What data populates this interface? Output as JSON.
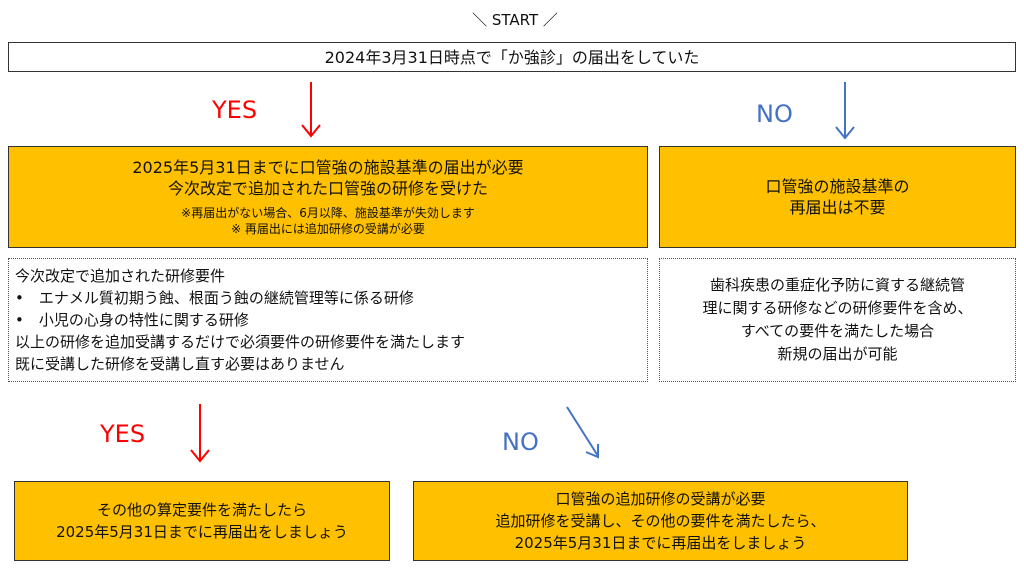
{
  "start": "＼ START ／",
  "question": "2024年3月31日時点で「か強診」の届出をしていた",
  "labels": {
    "yes_1": "YES",
    "no_1": "NO",
    "yes_2": "YES",
    "no_2": "NO"
  },
  "yes_box": {
    "line1": "2025年5月31日までに口管強の施設基準の届出が必要",
    "line2": "今次改定で追加された口管強の研修を受けた",
    "note1": "※再届出がない場合、6月以降、施設基準が失効します",
    "note2": "※ 再届出には追加研修の受講が必要"
  },
  "no_box": {
    "line1": "口管強の施設基準の",
    "line2": "再届出は不要"
  },
  "requirements": {
    "heading": "今次改定で追加された研修要件",
    "item1": "•　エナメル質初期う蝕、根面う蝕の継続管理等に係る研修",
    "item2": "•　小児の心身の特性に関する研修",
    "line3": "以上の研修を追加受講するだけで必須要件の研修要件を満たします",
    "line4": "既に受講した研修を受講し直す必要はありません"
  },
  "no_note": {
    "line1": "歯科疾患の重症化予防に資する継続管",
    "line2": "理に関する研修などの研修要件を含め、",
    "line3": "すべての要件を満たした場合",
    "line4": "新規の届出が可能"
  },
  "yes_result": {
    "line1": "その他の算定要件を満たしたら",
    "line2": "2025年5月31日までに再届出をしましょう"
  },
  "no_result": {
    "line1": "口管強の追加研修の受講が必要",
    "line2": "追加研修を受講し、その他の要件を満たしたら、",
    "line3": "2025年5月31日までに再届出をしましょう"
  },
  "colors": {
    "box_fill": "#FFC000",
    "yes": "#FF0000",
    "no": "#4472C4"
  }
}
